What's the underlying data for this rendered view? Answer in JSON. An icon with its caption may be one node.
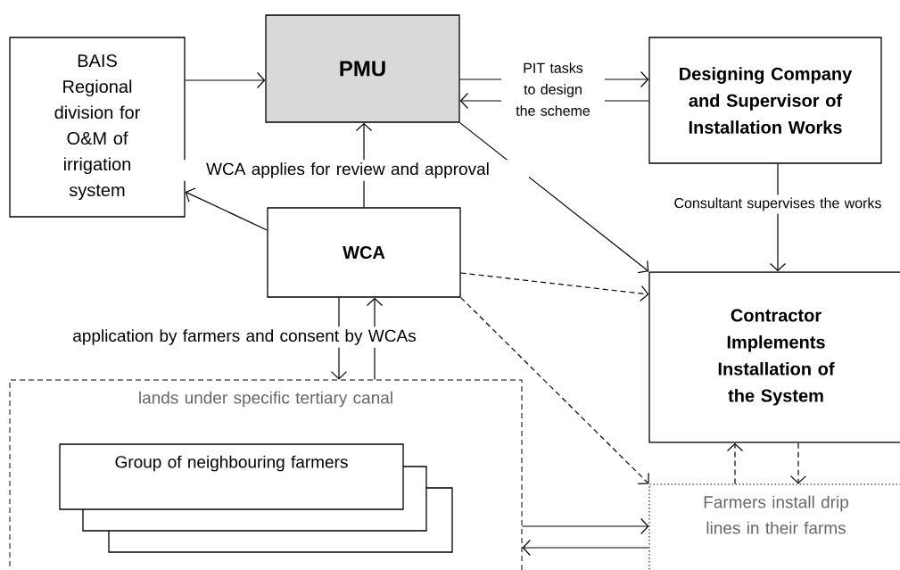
{
  "diagram": {
    "nodes": [
      {
        "text": [
          "BAIS Regional division for O&M of irrigation system"
        ]
      },
      {
        "text": [
          "PMU"
        ]
      },
      {
        "text": [
          "Designing Company and Supervisor of Installation Works"
        ]
      },
      {
        "text": [
          "WCA"
        ]
      },
      {
        "text": [
          "Contractor Implements Installation of the System"
        ]
      },
      {
        "text": [
          "lands under specific tertiary canal"
        ]
      },
      {
        "text": [
          "Group of neighbouring farmers"
        ],
        "in": 5
      },
      {
        "text": [
          "Farmers install drip lines in their farms"
        ]
      }
    ],
    "edges": [
      {
        "from": 0,
        "to": 1,
        "arrow": "to"
      },
      {
        "from": 1,
        "to": 2,
        "arrow": "to",
        "label": "PIT tasks to design the scheme"
      },
      {
        "from": 2,
        "to": 1,
        "arrow": "to"
      },
      {
        "from": 3,
        "to": 1,
        "arrow": "to",
        "label": "WCA applies for review and approval"
      },
      {
        "from": 3,
        "to": 0,
        "arrow": "to"
      },
      {
        "from": 1,
        "to": 4,
        "arrow": "to"
      },
      {
        "from": 2,
        "to": 4,
        "arrow": "to",
        "label": "Consultant supervises the works"
      },
      {
        "from": 3,
        "to": 4,
        "arrow": "to",
        "style": "dashed"
      },
      {
        "from": 3,
        "to": 7,
        "arrow": "to",
        "style": "dashed"
      },
      {
        "from": 3,
        "to": 5,
        "arrow": "to",
        "label": "application by farmers and consent by WCAs"
      },
      {
        "from": 5,
        "to": 3,
        "arrow": "to"
      },
      {
        "from": 7,
        "to": 4,
        "arrow": "to",
        "style": "dashed"
      },
      {
        "from": 4,
        "to": 7,
        "arrow": "to",
        "style": "dashed"
      },
      {
        "from": 5,
        "to": 7,
        "arrow": "to"
      },
      {
        "from": 7,
        "to": 5,
        "arrow": "to"
      }
    ]
  }
}
